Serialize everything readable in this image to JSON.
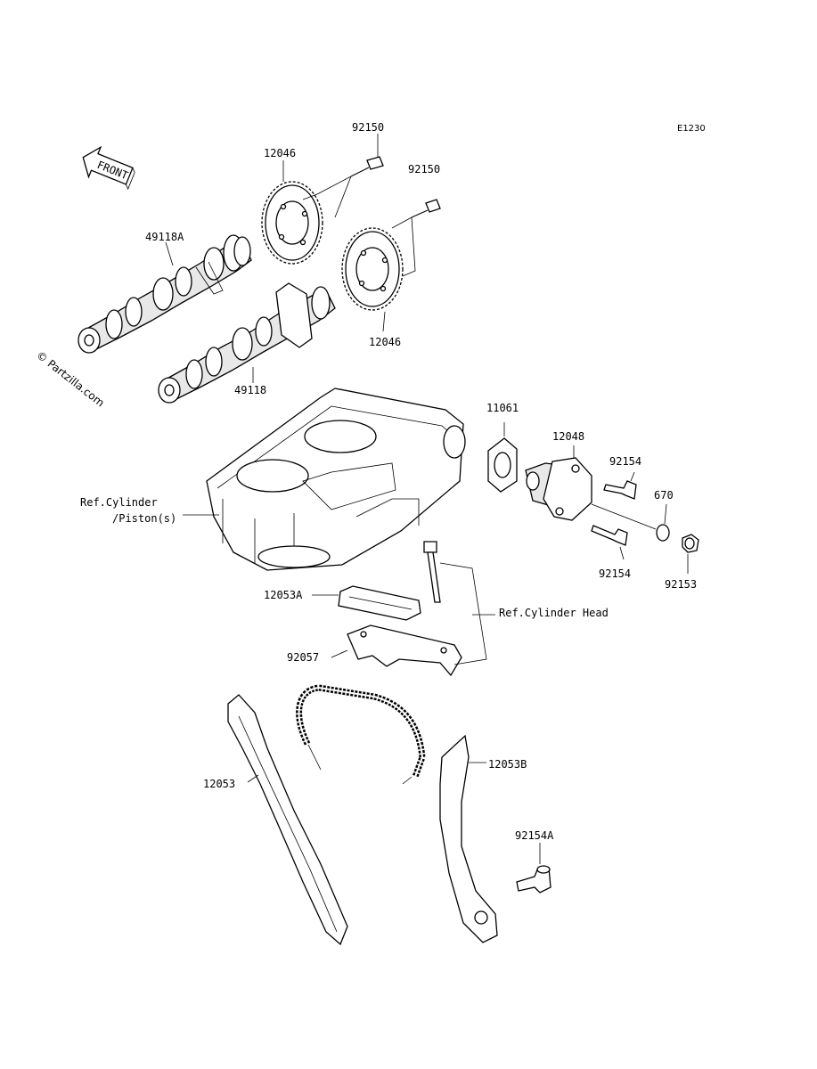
{
  "diagram_code": "E1230",
  "watermark": "© Partzilla.com",
  "front_label": "FRONT",
  "labels": {
    "p92150_a": "92150",
    "p92150_b": "92150",
    "p12046_a": "12046",
    "p12046_b": "12046",
    "p49118A": "49118A",
    "p49118": "49118",
    "p11061": "11061",
    "p12048": "12048",
    "p92154_a": "92154",
    "p92154_b": "92154",
    "p670": "670",
    "p92153": "92153",
    "ref_cylinder_1": "Ref.Cylinder",
    "ref_cylinder_2": "/Piston(s)",
    "p12053A": "12053A",
    "ref_cylinder_head": "Ref.Cylinder Head",
    "p92057": "92057",
    "p12053": "12053",
    "p12053B": "12053B",
    "p92154A": "92154A"
  }
}
